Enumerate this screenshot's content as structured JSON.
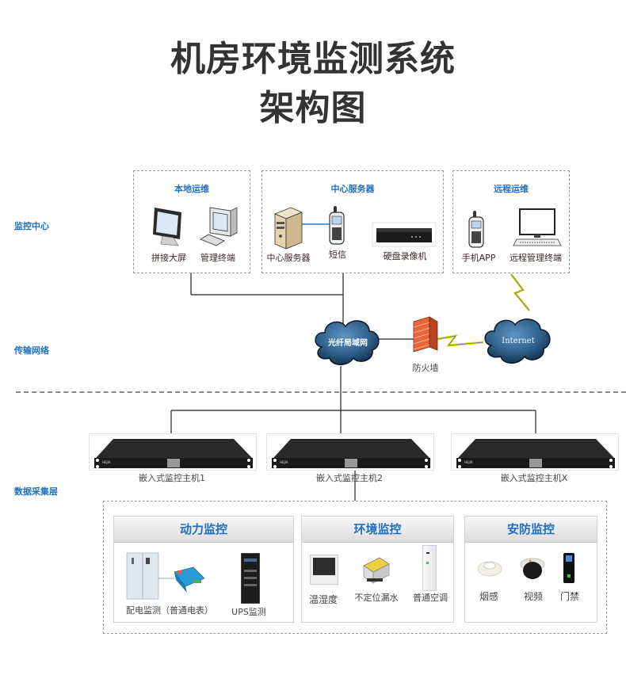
{
  "title": {
    "line1": "机房环境监测系统",
    "line2": "架构图"
  },
  "layers": {
    "monitoring_center": "监控中心",
    "transport_network": "传输网络",
    "data_collection": "数据采集层"
  },
  "monitoring_center": {
    "local_ops": {
      "title": "本地运维",
      "items": [
        "拼接大屏",
        "管理终端"
      ]
    },
    "central_server": {
      "title": "中心服务器",
      "items": [
        "中心服务器",
        "短信",
        "硬盘录像机"
      ]
    },
    "remote_ops": {
      "title": "远程运维",
      "items": [
        "手机APP",
        "远程管理终端"
      ]
    }
  },
  "network": {
    "lan_cloud": "光纤局域网",
    "firewall": "防火墙",
    "internet_cloud": "Internet"
  },
  "hosts": [
    "嵌入式监控主机1",
    "嵌入式监控主机2",
    "嵌入式监控主机X"
  ],
  "host_brand": "HEJIA",
  "categories": [
    {
      "title": "动力监控",
      "items": [
        "配电监测（普通电表）",
        "UPS监测"
      ]
    },
    {
      "title": "环境监控",
      "items": [
        "温湿度",
        "不定位漏水",
        "普通空调"
      ]
    },
    {
      "title": "安防监控",
      "items": [
        "烟感",
        "视频",
        "门禁"
      ]
    }
  ],
  "colors": {
    "accent": "#1f6fc4",
    "title": "#333333",
    "cloud": "#2d5f8a"
  }
}
